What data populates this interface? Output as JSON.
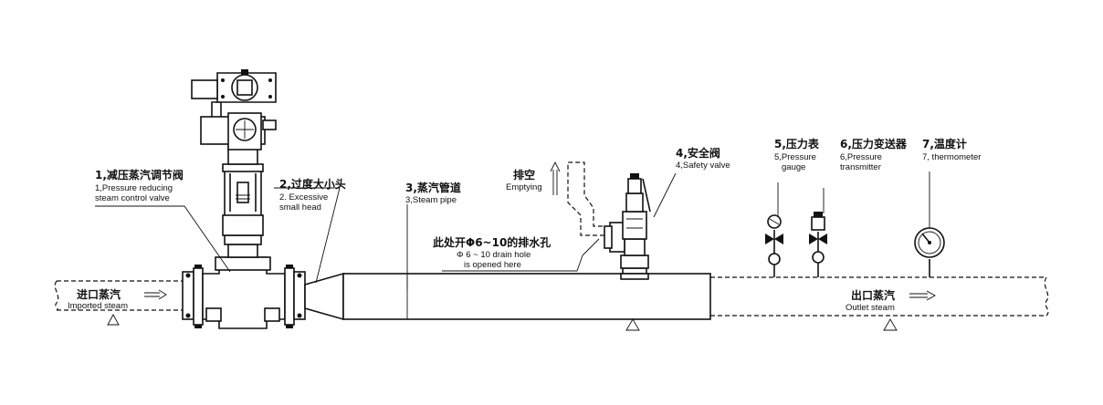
{
  "labels": {
    "inlet_cn": "进口蒸汽",
    "inlet_en": "Imported steam",
    "outlet_cn": "出口蒸汽",
    "outlet_en": "Outlet steam",
    "item1_cn": "1,减压蒸汽调节阀",
    "item1_en1": "1,Pressure reducing",
    "item1_en2": "steam control valve",
    "item2_cn": "2,过度大小头",
    "item2_en1": "2. Excessive",
    "item2_en2": "small head",
    "item3_cn": "3,蒸汽管道",
    "item3_en": "3,Steam pipe",
    "item4_cn": "4,安全阀",
    "item4_en": "4,Safety valve",
    "item5_cn": "5,压力表",
    "item5_en1": "5,Pressure",
    "item5_en2": "gauge",
    "item6_cn": "6,压力变送器",
    "item6_en1": "6,Pressure",
    "item6_en2": "transmitter",
    "item7_cn": "7,温度计",
    "item7_en": "7, thermometer",
    "empty_cn": "排空",
    "empty_en": "Emptying",
    "drain_cn": "此处开Φ6~10的排水孔",
    "drain_en1": "Φ 6 ~ 10 drain hole",
    "drain_en2": "is opened here"
  }
}
